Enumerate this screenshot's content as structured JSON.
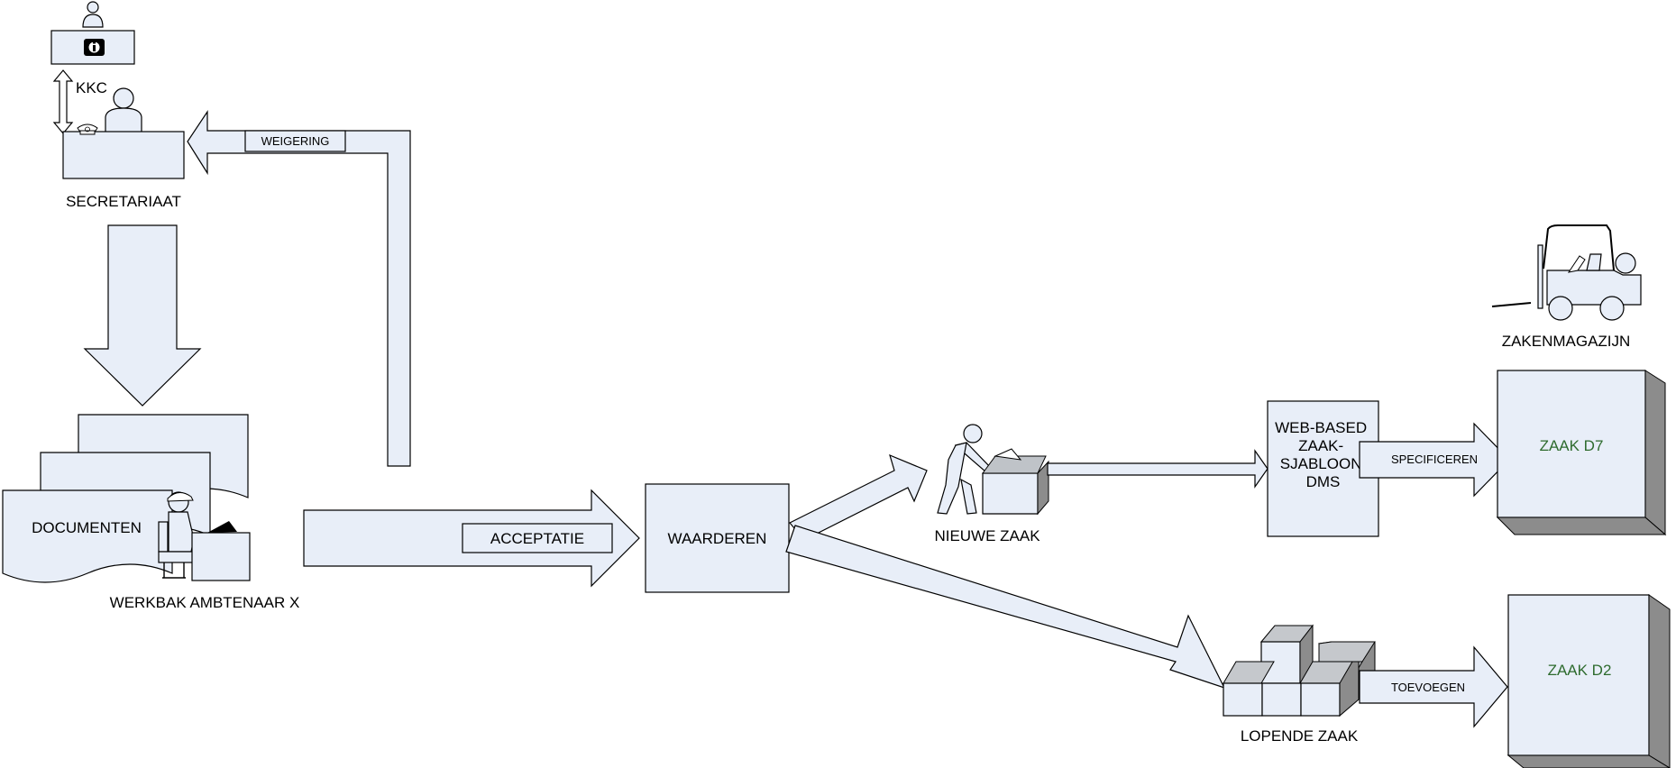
{
  "nodes": {
    "kkc": "KKC",
    "secretariaat": "SECRETARIAAT",
    "documenten": "DOCUMENTEN",
    "werkbak": "WERKBAK AMBTENAAR X",
    "waarderen": "WAARDEREN",
    "nieuwe_zaak": "NIEUWE ZAAK",
    "lopende_zaak": "LOPENDE ZAAK",
    "dms": [
      "WEB-BASED",
      "ZAAK-",
      "SJABLOON",
      "DMS"
    ],
    "zakenmagazijn": "ZAKENMAGAZIJN",
    "zaak_d7": "ZAAK D7",
    "zaak_d2": "ZAAK D2"
  },
  "arrows": {
    "weigering": "WEIGERING",
    "acceptatie": "ACCEPTATIE",
    "specificeren": "SPECIFICEREN",
    "toevoegen": "TOEVOEGEN"
  },
  "colors": {
    "fill": "#e8eef8",
    "stroke": "#000000",
    "zaak_text": "#2e6b2e",
    "cube_side": "#8c8c8c"
  },
  "icons": [
    "info-kiosk-icon",
    "receptionist-icon",
    "telephone-icon",
    "worker-at-desk-icon",
    "person-lifting-box-icon",
    "stacked-boxes-icon",
    "forklift-icon"
  ]
}
